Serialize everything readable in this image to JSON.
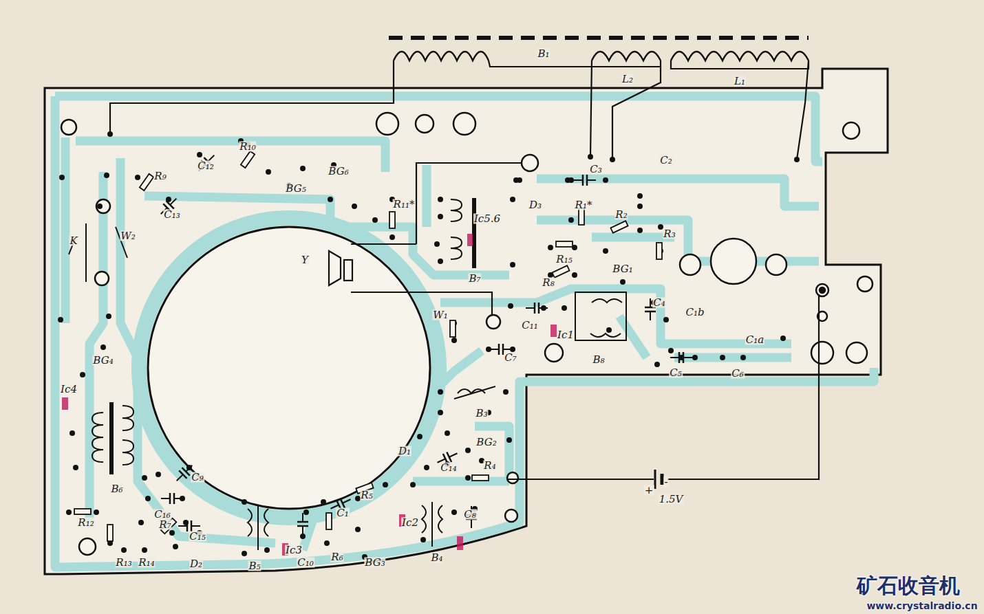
{
  "diagram": {
    "labels": [
      "B₁",
      "L₂",
      "L₁",
      "C₃",
      "C₂",
      "D₃",
      "R₁*",
      "R₂",
      "R₁₀",
      "C₁₂",
      "R₉",
      "C₁₃",
      "BG₅",
      "BG₆",
      "R₁₁*",
      "K",
      "W₂",
      "Y",
      "Ic5.6",
      "B₇",
      "R₁₅",
      "R₈",
      "R₃",
      "BG₁",
      "W₁",
      "C₁₁",
      "Ic1",
      "C₄",
      "C₁b",
      "C₁a",
      "B₈",
      "C₇",
      "C₅",
      "C₆",
      "BG₄",
      "Ic4",
      "B₃",
      "D₁",
      "BG₂",
      "C₁₄",
      "R₄",
      "B₆",
      "C₉",
      "R₁₂",
      "C₁₆",
      "R₇",
      "C₁₅",
      "R₁₃",
      "R₁₄",
      "D₂",
      "B₅",
      "Ic3",
      "C₁₀",
      "R₆",
      "BG₃",
      "C₁",
      "R₅",
      "Ic2",
      "B₄",
      "C₈",
      "+",
      "-",
      "1.5V",
      "矿石收音机",
      "www.crystalradio.cn"
    ]
  }
}
